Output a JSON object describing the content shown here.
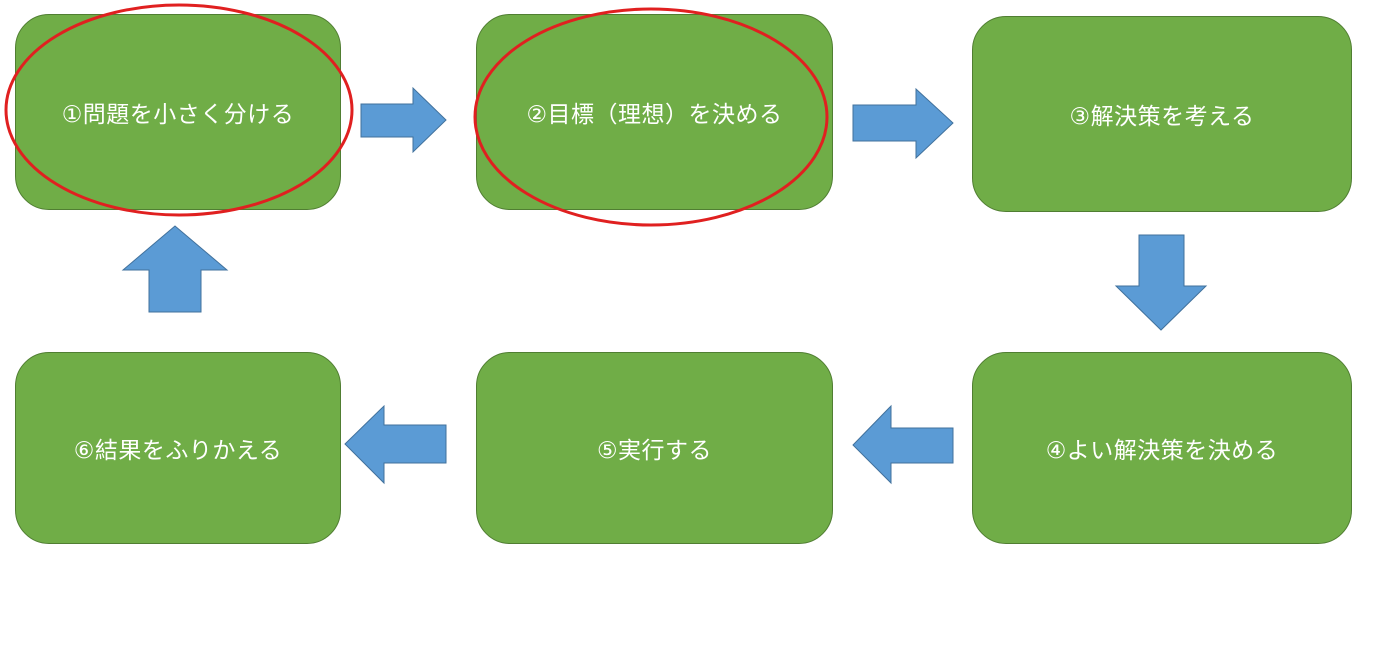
{
  "colors": {
    "box_fill": "#70ad47",
    "box_stroke": "#507e32",
    "box_text": "#ffffff",
    "arrow_fill": "#5b9bd5",
    "arrow_stroke": "#41719c",
    "highlight": "#e02020"
  },
  "steps": [
    {
      "label": "①問題を小さく分ける",
      "highlighted": true
    },
    {
      "label": "②目標（理想）を決める",
      "highlighted": true
    },
    {
      "label": "③解決策を考える",
      "highlighted": false
    },
    {
      "label": "④よい解決策を決める",
      "highlighted": false
    },
    {
      "label": "⑤実行する",
      "highlighted": false
    },
    {
      "label": "⑥結果をふりかえる",
      "highlighted": false
    }
  ],
  "flow": [
    {
      "from": 1,
      "to": 2,
      "direction": "right"
    },
    {
      "from": 2,
      "to": 3,
      "direction": "right"
    },
    {
      "from": 3,
      "to": 4,
      "direction": "down"
    },
    {
      "from": 4,
      "to": 5,
      "direction": "left"
    },
    {
      "from": 5,
      "to": 6,
      "direction": "left"
    },
    {
      "from": 6,
      "to": 1,
      "direction": "up"
    }
  ]
}
